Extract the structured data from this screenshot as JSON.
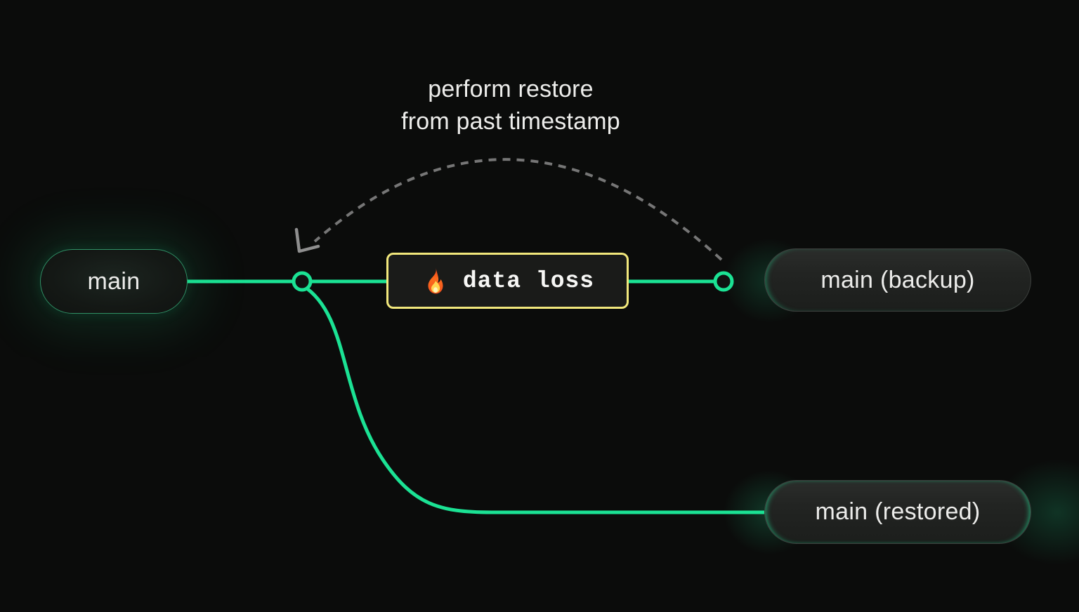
{
  "caption": {
    "line1": "perform restore",
    "line2": "from past timestamp"
  },
  "nodes": {
    "main": {
      "label": "main"
    },
    "backup": {
      "label": "main (backup)"
    },
    "restored": {
      "label": "main (restored)"
    }
  },
  "event_box": {
    "label": "data loss",
    "icon": "fire-icon"
  },
  "colors": {
    "background": "#0b0c0b",
    "branch_green": "#1be294",
    "main_border_green": "#2f9065",
    "warning_yellow": "#f2e87c",
    "arc_gray": "#767676",
    "arrow_gray": "#8f8f8f",
    "text_primary": "#ededeb",
    "pill_border_gray": "#3d403e",
    "pill_bg": "#232523",
    "box_bg": "#1a1b19"
  }
}
